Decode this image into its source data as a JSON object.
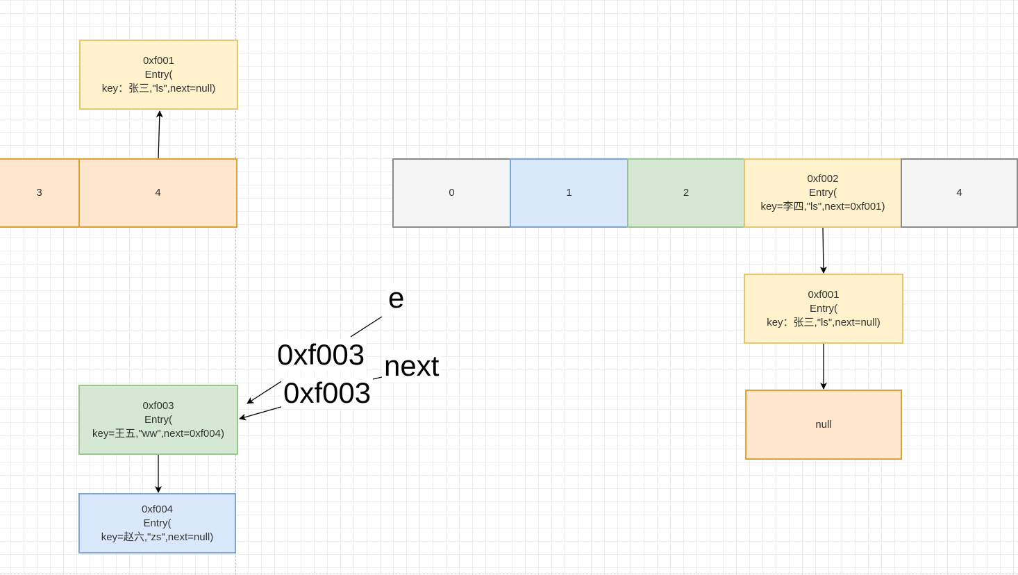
{
  "left_bucket": {
    "cell_3": "3",
    "cell_4": "4"
  },
  "left_entries": {
    "zhangsan": "0xf001\nEntry(\nkey：张三,\"ls\",next=null)",
    "wangwu": "0xf003\nEntry(\nkey=王五,\"ww\",next=0xf004)",
    "zhaoliu": "0xf004\nEntry(\nkey=赵六,\"zs\",next=null)"
  },
  "right_table": {
    "cell_0": "0",
    "cell_1": "1",
    "cell_2": "2",
    "cell_3": "0xf002\nEntry(\nkey=李四,\"ls\",next=0xf001)",
    "cell_4": "4"
  },
  "right_chain": {
    "zhangsan": "0xf001\nEntry(\nkey：张三,\"ls\",next=null)",
    "null_node": "null"
  },
  "labels": {
    "e": "e",
    "e_value": "0xf003",
    "next": "next",
    "next_value": "0xf003"
  },
  "colors": {
    "yellow_fill": "#fff2cc",
    "orange_fill": "#ffe6cc",
    "green_fill": "#d5e8d4",
    "blue_fill": "#dae8fc",
    "gray_fill": "#f5f5f5"
  }
}
